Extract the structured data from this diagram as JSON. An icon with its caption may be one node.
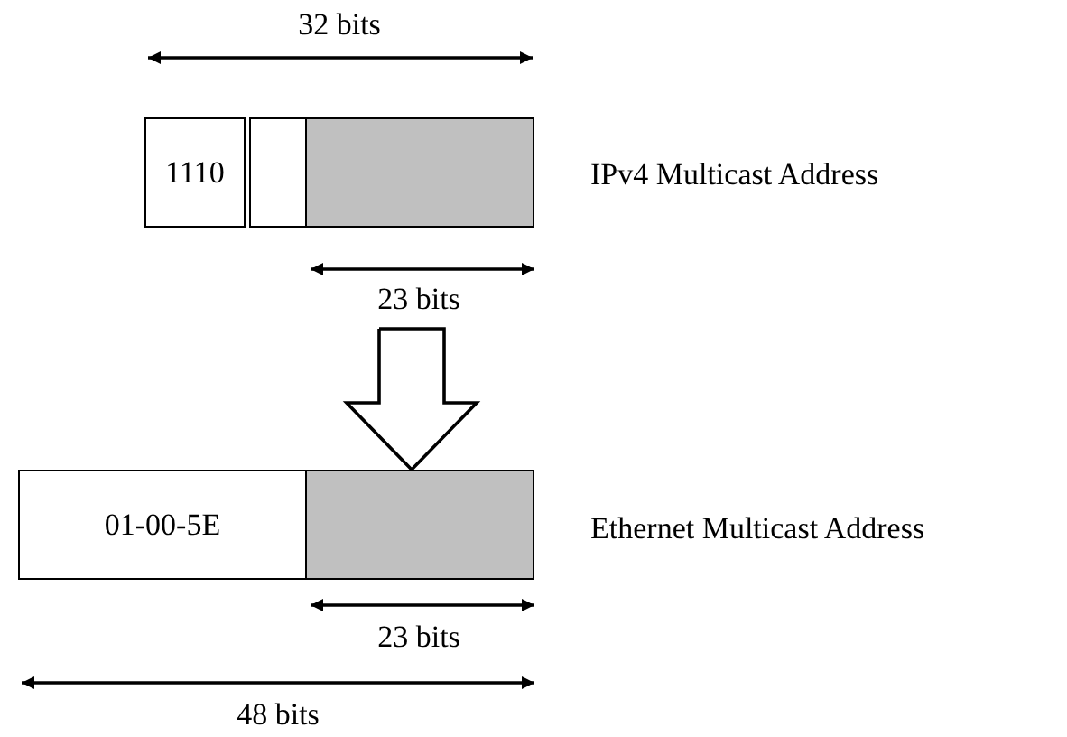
{
  "diagram": {
    "nodes": [
      {
        "text": [
          "1110"
        ]
      },
      {
        "text": [],
        "shape": "box"
      },
      {
        "text": [],
        "shape": "box"
      },
      {
        "text": [
          "01-00-5E"
        ]
      },
      {
        "text": [],
        "shape": "box"
      }
    ],
    "edges": [
      {
        "from": 2,
        "to": 4,
        "arrow": "to"
      }
    ],
    "labels": [
      "32 bits",
      "IPv4 Multicast Address",
      "23 bits",
      "Ethernet Multicast Address",
      "23 bits",
      "48 bits"
    ]
  }
}
